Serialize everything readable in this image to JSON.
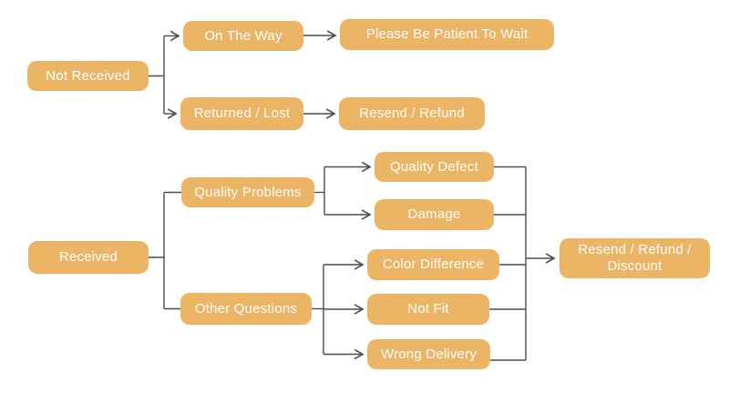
{
  "diagram": {
    "type": "flowchart",
    "description": "After-sales decision flowchart for order issues",
    "colors": {
      "node_fill": "#ECB566",
      "node_text": "#FFFFFF",
      "connector": "#4D4D4D",
      "background": "#FFFFFF"
    },
    "nodes": {
      "not_received": {
        "label": "Not Received"
      },
      "on_the_way": {
        "label": "On The Way"
      },
      "please_wait": {
        "label": "Please Be Patient To Wait"
      },
      "returned_lost": {
        "label": "Returned / Lost"
      },
      "resend_refund": {
        "label": "Resend / Refund"
      },
      "received": {
        "label": "Received"
      },
      "quality_problems": {
        "label": "Quality Problems"
      },
      "other_questions": {
        "label": "Other Questions"
      },
      "quality_defect": {
        "label": "Quality Defect"
      },
      "damage": {
        "label": "Damage"
      },
      "color_difference": {
        "label": "Color Difference"
      },
      "not_fit": {
        "label": "Not Fit"
      },
      "wrong_delivery": {
        "label": "Wrong Delivery"
      },
      "resend_refund_discount": {
        "label": "Resend / Refund / Discount"
      }
    },
    "edges": [
      {
        "from": "Not Received",
        "to": "On The Way",
        "arrow": true
      },
      {
        "from": "Not Received",
        "to": "Returned / Lost",
        "arrow": true
      },
      {
        "from": "On The Way",
        "to": "Please Be Patient To Wait",
        "arrow": true
      },
      {
        "from": "Returned / Lost",
        "to": "Resend / Refund",
        "arrow": true
      },
      {
        "from": "Received",
        "to": "Quality Problems",
        "arrow": false
      },
      {
        "from": "Received",
        "to": "Other Questions",
        "arrow": false
      },
      {
        "from": "Quality Problems",
        "to": "Quality Defect",
        "arrow": true
      },
      {
        "from": "Quality Problems",
        "to": "Damage",
        "arrow": true
      },
      {
        "from": "Other Questions",
        "to": "Color Difference",
        "arrow": true
      },
      {
        "from": "Other Questions",
        "to": "Not Fit",
        "arrow": true
      },
      {
        "from": "Other Questions",
        "to": "Wrong Delivery",
        "arrow": true
      },
      {
        "from": "Quality Defect",
        "to": "Resend / Refund / Discount",
        "arrow": true
      },
      {
        "from": "Damage",
        "to": "Resend / Refund / Discount",
        "arrow": true
      },
      {
        "from": "Color Difference",
        "to": "Resend / Refund / Discount",
        "arrow": true
      },
      {
        "from": "Not Fit",
        "to": "Resend / Refund / Discount",
        "arrow": true
      },
      {
        "from": "Wrong Delivery",
        "to": "Resend / Refund / Discount",
        "arrow": true
      }
    ]
  }
}
